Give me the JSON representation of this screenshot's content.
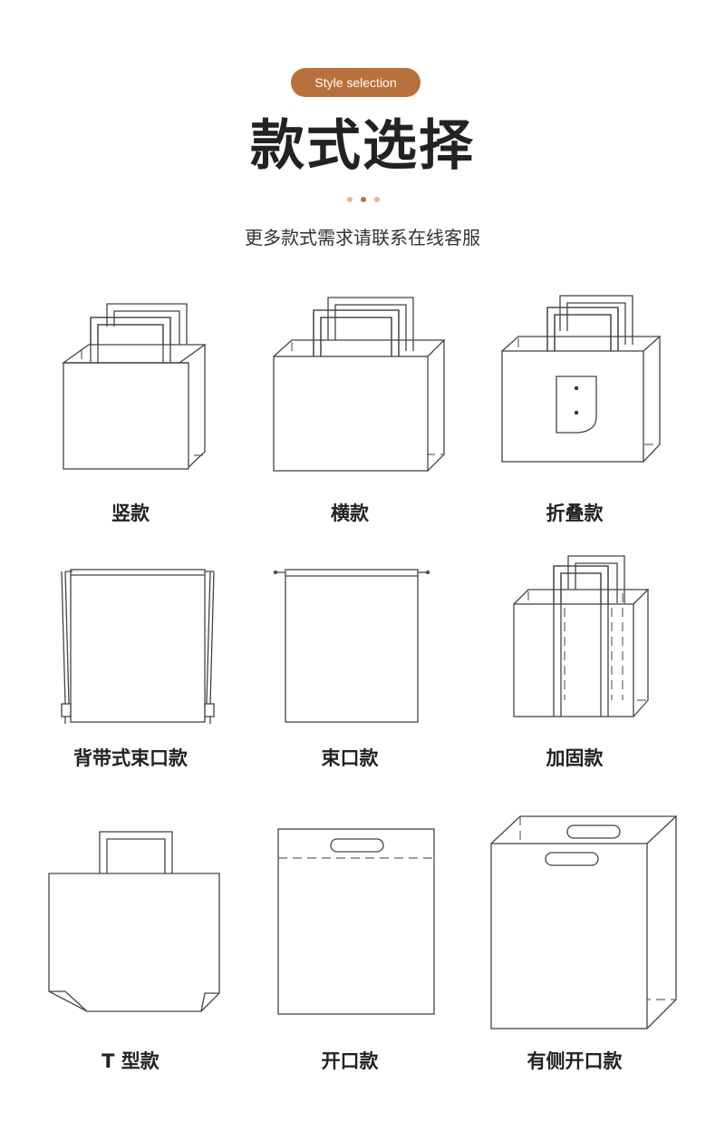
{
  "header": {
    "badge": "Style selection",
    "title": "款式选择",
    "subtitle": "更多款式需求请联系在线客服"
  },
  "accent_color": "#b8703b",
  "styles": [
    {
      "label": "竖款",
      "icon": "vertical-bag-icon"
    },
    {
      "label": "横款",
      "icon": "horizontal-bag-icon"
    },
    {
      "label": "折叠款",
      "icon": "folding-bag-icon"
    },
    {
      "label": "背带式束口款",
      "icon": "backpack-drawstring-bag-icon"
    },
    {
      "label": "束口款",
      "icon": "drawstring-bag-icon"
    },
    {
      "label": "加固款",
      "icon": "reinforced-bag-icon"
    },
    {
      "label": "T 型款",
      "icon": "t-shirt-bag-icon"
    },
    {
      "label": "开口款",
      "icon": "die-cut-bag-icon"
    },
    {
      "label": "有侧开口款",
      "icon": "die-cut-gusset-bag-icon"
    }
  ]
}
